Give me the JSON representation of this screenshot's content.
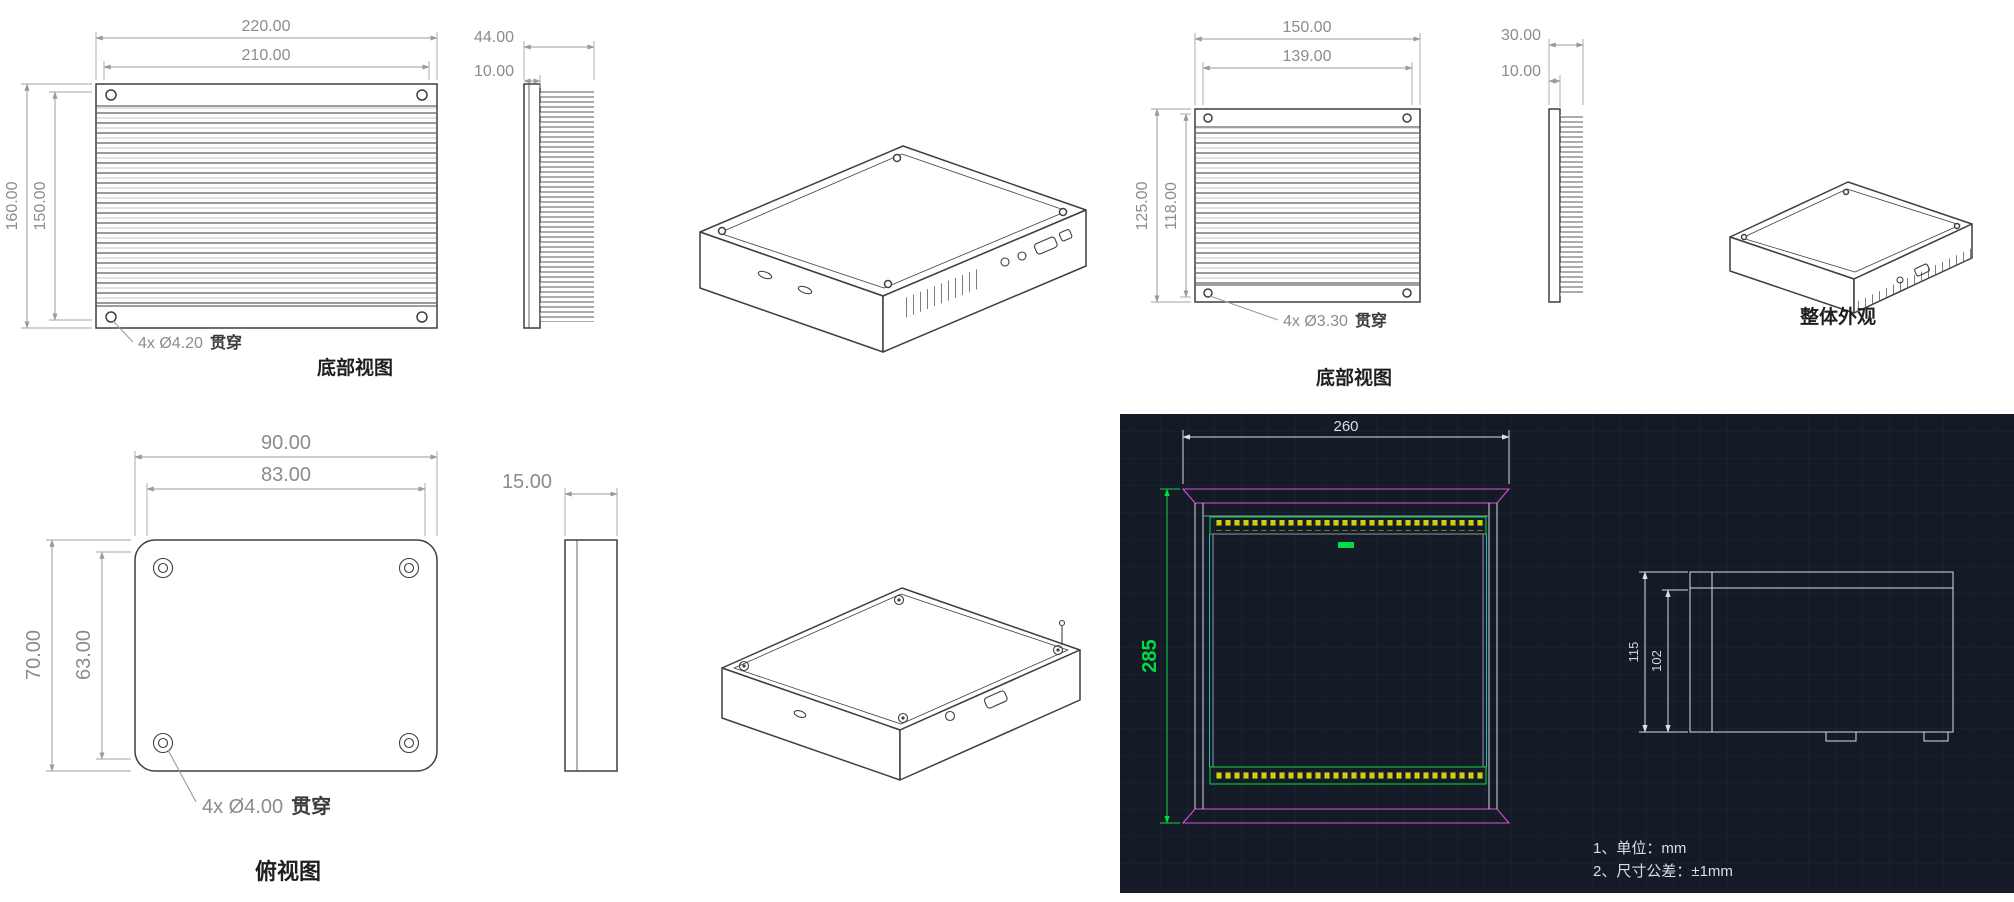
{
  "sheet": {
    "view_220": {
      "caption": "底部视图",
      "dim_outer_width": "220.00",
      "dim_inner_width": "210.00",
      "dim_outer_height": "160.00",
      "dim_inner_height": "150.00",
      "hole_note": "4x Ø4.20",
      "hole_note_suffix": "贯穿"
    },
    "side_220": {
      "dim_total": "44.00",
      "dim_plate": "10.00"
    },
    "view_150": {
      "caption": "底部视图",
      "dim_outer_width": "150.00",
      "dim_inner_width": "139.00",
      "dim_outer_height": "125.00",
      "dim_inner_height": "118.00",
      "hole_note": "4x Ø3.30",
      "hole_note_suffix": "贯穿"
    },
    "side_150": {
      "dim_total": "30.00",
      "dim_plate": "10.00"
    },
    "overall": {
      "caption": "整体外观"
    },
    "view_90": {
      "caption": "俯视图",
      "dim_outer_width": "90.00",
      "dim_inner_width": "83.00",
      "dim_outer_height": "70.00",
      "dim_inner_height": "63.00",
      "hole_note": "4x Ø4.00",
      "hole_note_suffix": "贯穿"
    },
    "side_90": {
      "dim_total": "15.00"
    }
  },
  "cad": {
    "dim_width": "260",
    "dim_height": "285",
    "profile_dim_outer": "115",
    "profile_dim_inner": "102",
    "note_1": "1、单位：mm",
    "note_2": "2、尺寸公差：±1mm",
    "colors": {
      "background": "#151b26",
      "line_white": "#d8dee6",
      "line_green": "#00dd44",
      "line_magenta": "#d84fd8",
      "line_yellow": "#d6d61a",
      "line_cyan": "#2fb6b6"
    }
  }
}
